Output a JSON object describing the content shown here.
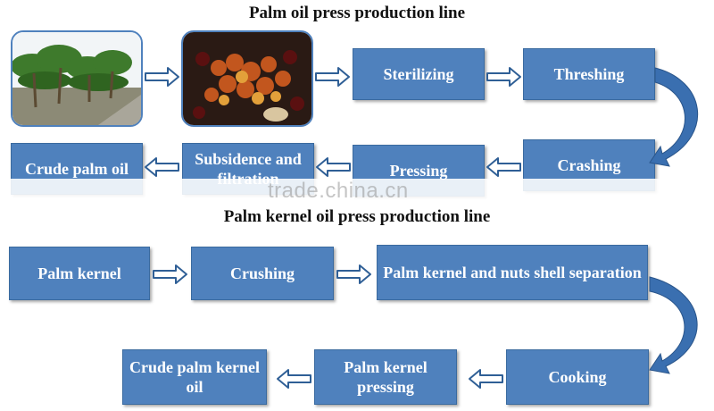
{
  "title_top": "Palm oil press production line",
  "title_bottom": "Palm kernel oil press production line",
  "watermark": "trade.china.cn",
  "colors": {
    "box_fill": "#4f81bd",
    "box_border": "#3a6a9f",
    "arrow": "#2f5f96",
    "text": "#ffffff"
  },
  "row1": {
    "sterilizing": "Sterilizing",
    "threshing": "Threshing"
  },
  "row2": {
    "crashing": "Crashing",
    "pressing": "Pressing",
    "subsidence": "Subsidence and filtration",
    "crude_palm_oil": "Crude palm oil"
  },
  "row3": {
    "palm_kernel": "Palm kernel",
    "crushing": "Crushing",
    "separation": "Palm kernel and nuts shell separation"
  },
  "row4": {
    "cooking": "Cooking",
    "kernel_pressing": "Palm kernel pressing",
    "crude_kernel_oil": "Crude palm kernel oil"
  }
}
